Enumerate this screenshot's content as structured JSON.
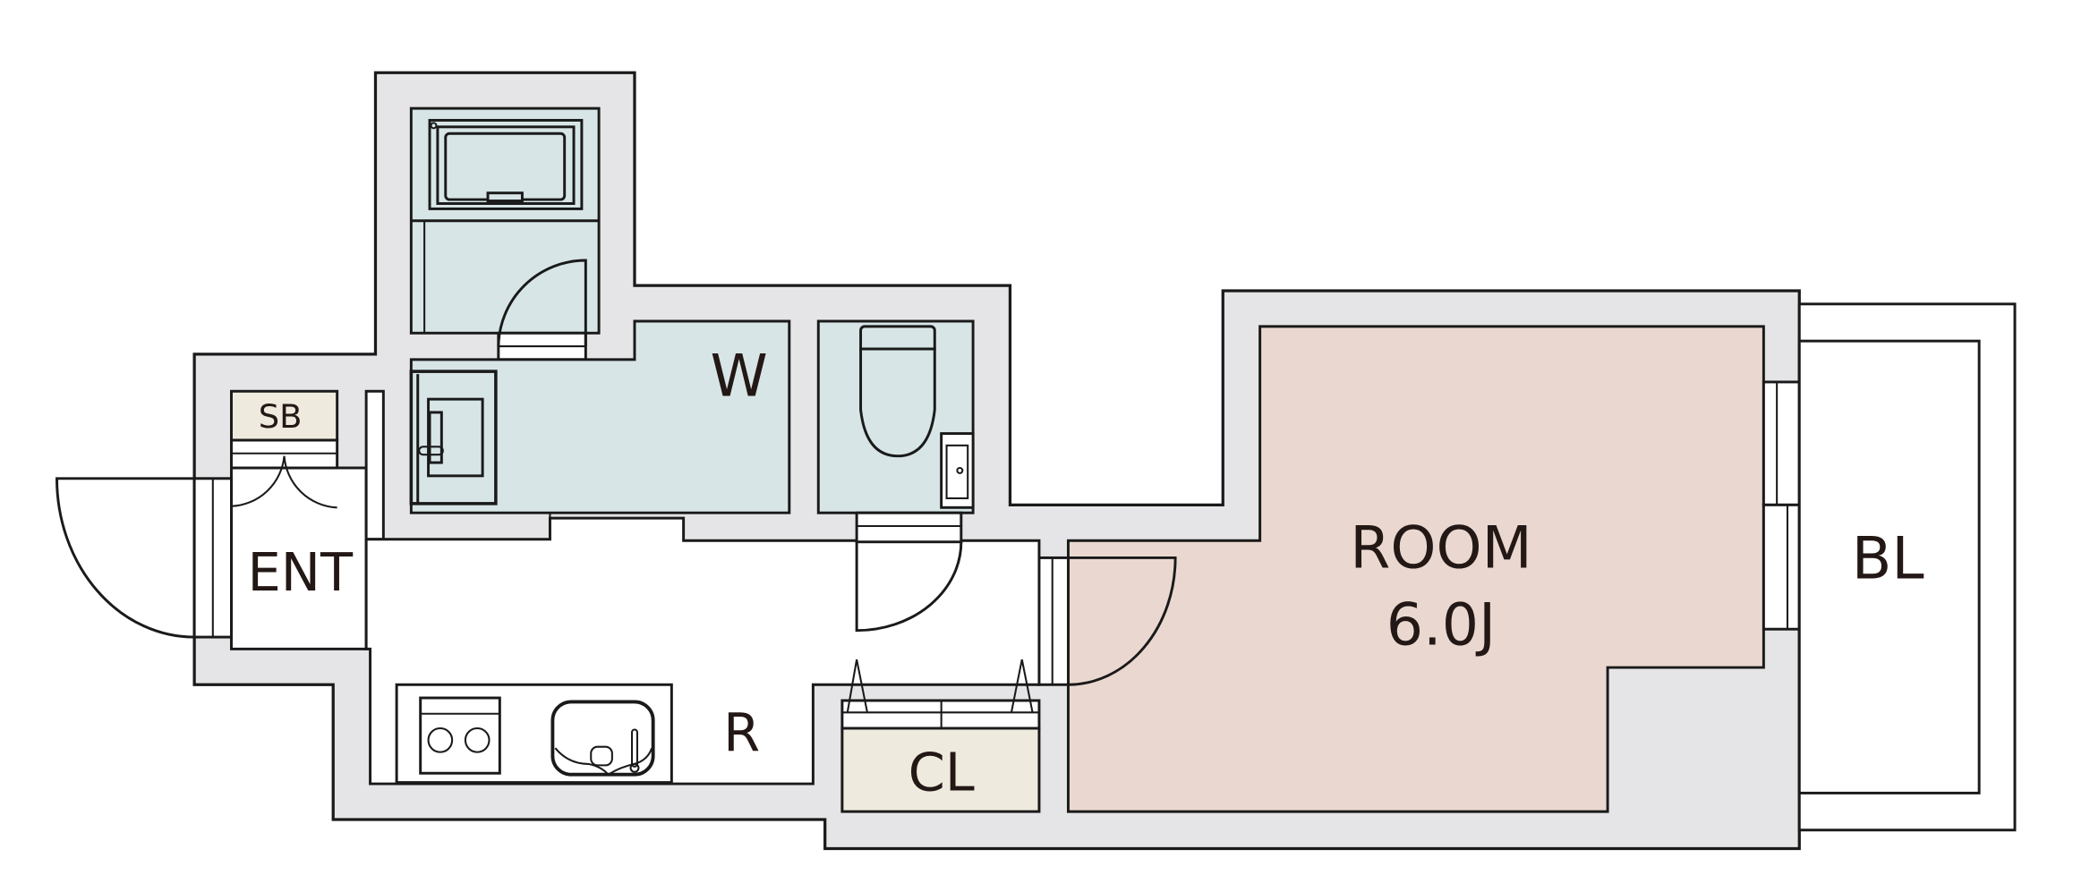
{
  "floor_plan": {
    "rooms": {
      "entrance": {
        "label": "ENT"
      },
      "shoe_box": {
        "label": "SB"
      },
      "washroom": {
        "label": "W"
      },
      "kitchen": {
        "label": "R"
      },
      "closet": {
        "label": "CL"
      },
      "main_room": {
        "label": "ROOM",
        "size": "6.0J"
      },
      "balcony": {
        "label": "BL"
      }
    },
    "colors": {
      "wall": "#e5e5e7",
      "wet_area": "#d7e5e6",
      "main_room": "#ead8d0",
      "storage": "#eeeadd",
      "text": "#231815",
      "outline": "#1a1a1a"
    }
  }
}
